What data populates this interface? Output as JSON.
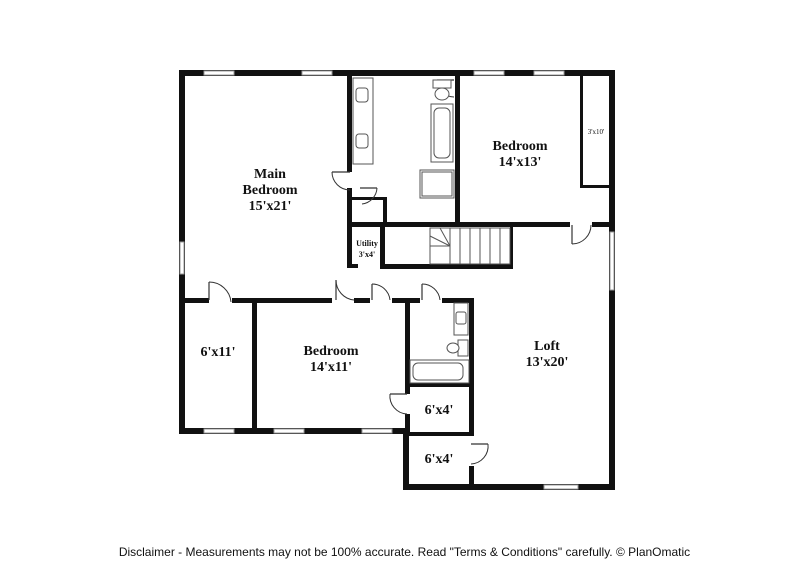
{
  "rooms": {
    "main_bedroom": {
      "name_line1": "Main",
      "name_line2": "Bedroom",
      "size": "15'x21'"
    },
    "bedroom_upper": {
      "name": "Bedroom",
      "size": "14'x13'"
    },
    "closet_upper": {
      "size": "3'x10'"
    },
    "utility": {
      "name": "Utility",
      "size": "3'x4'"
    },
    "closet_left": {
      "size": "6'x11'"
    },
    "bedroom_lower": {
      "name": "Bedroom",
      "size": "14'x11'"
    },
    "closet_mid": {
      "size": "6'x4'"
    },
    "closet_bottom": {
      "size": "6'x4'"
    },
    "loft": {
      "name": "Loft",
      "size": "13'x20'"
    }
  },
  "disclaimer": "Disclaimer - Measurements may not be 100% accurate. Read \"Terms & Conditions\" carefully. © PlanOmatic"
}
